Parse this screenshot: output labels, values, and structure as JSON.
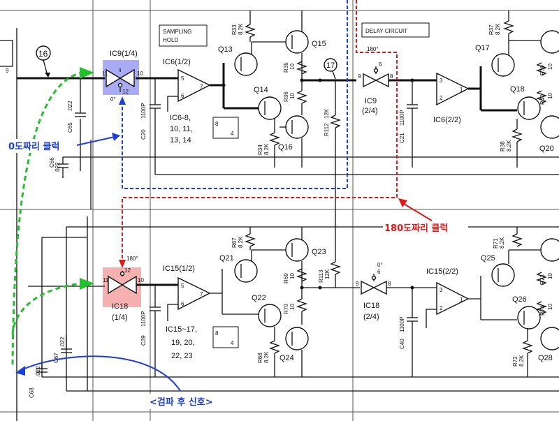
{
  "boxes": {
    "sampling_hold": [
      "SAMPLING",
      "HOLD"
    ],
    "delay_circuit": "DELAY CIRCUIT"
  },
  "nodes": {
    "n16": "16",
    "n17": "17",
    "n9": "9"
  },
  "switches": {
    "ic9_1": "IC9(1/4)",
    "ic18_1": [
      "IC18",
      "(1/4)"
    ],
    "ic9_2": [
      "IC9",
      "(2/4)"
    ],
    "ic18_2": [
      "IC18",
      "(2/4)"
    ]
  },
  "amps": {
    "ic6_1": "IC6(1/2)",
    "ic6_2": "IC6(2/2)",
    "ic15_1": "IC15(1/2)",
    "ic15_2": "IC15(2/2)"
  },
  "supply_notes": {
    "ic6": [
      "IC6-8,",
      "10, 11,",
      "13, 14"
    ],
    "ic15": [
      "IC15~17,",
      "19, 20,",
      "22, 23"
    ]
  },
  "transistors": [
    "Q13",
    "Q14",
    "Q15",
    "Q16",
    "Q17",
    "Q18",
    "Q20",
    "Q21",
    "Q22",
    "Q23",
    "Q24",
    "Q25",
    "Q26",
    "Q28"
  ],
  "resistors": {
    "r33": [
      "R33",
      "8.2K"
    ],
    "r35": [
      "R35",
      "10"
    ],
    "r36": [
      "R36",
      "10"
    ],
    "r34": [
      "R34",
      "8.2K"
    ],
    "r112": [
      "R112",
      "12K"
    ],
    "r37": [
      "R37",
      "8.2K"
    ],
    "r39": [
      "R39",
      "10"
    ],
    "r40": [
      "R40",
      "10"
    ],
    "r38": [
      "R38",
      "8.2K"
    ],
    "r67": [
      "R67",
      "8.2K"
    ],
    "r69": [
      "R69",
      "10"
    ],
    "r70": [
      "R70",
      "10"
    ],
    "r68": [
      "R68",
      "8.2K"
    ],
    "r113": [
      "R113",
      "12K"
    ],
    "r71": [
      "R71",
      "8.2K"
    ],
    "r73": [
      "R73",
      "10"
    ],
    "r74": [
      "R74",
      "10"
    ],
    "r72": [
      "R72",
      "8.2K"
    ]
  },
  "capacitors": {
    "c65": [
      "C65",
      ".022"
    ],
    "c20": [
      "C20",
      "1100P"
    ],
    "c66": [
      "C66",
      ".022"
    ],
    "c21": [
      "C21",
      "1100P"
    ],
    "c39": [
      "C39",
      "1100P"
    ],
    "c67": [
      "C67",
      ".022"
    ],
    "c68": [
      "C68",
      ".022"
    ],
    "c40": [
      "C40",
      "1100P"
    ]
  },
  "pins": {
    "p9": "9",
    "p10": "10",
    "p11": "11",
    "p12": "12",
    "p5": "5",
    "p6": "6",
    "p7": "7",
    "p8": "8",
    "p4": "4",
    "p3": "3",
    "p2": "2",
    "p1": "1"
  },
  "phase": {
    "zero": "0°",
    "one80": "180°"
  },
  "annotations": {
    "clock_0": "0도짜리 클럭",
    "clock_180": "180도짜리 클럭",
    "detected": "<검파 후 신호>"
  },
  "colors": {
    "blue": "#1a3fd9",
    "red": "#e01818",
    "green": "#22c02a",
    "ic9_highlight": "#9a9ef0",
    "ic18_highlight": "#f4a7a7"
  }
}
